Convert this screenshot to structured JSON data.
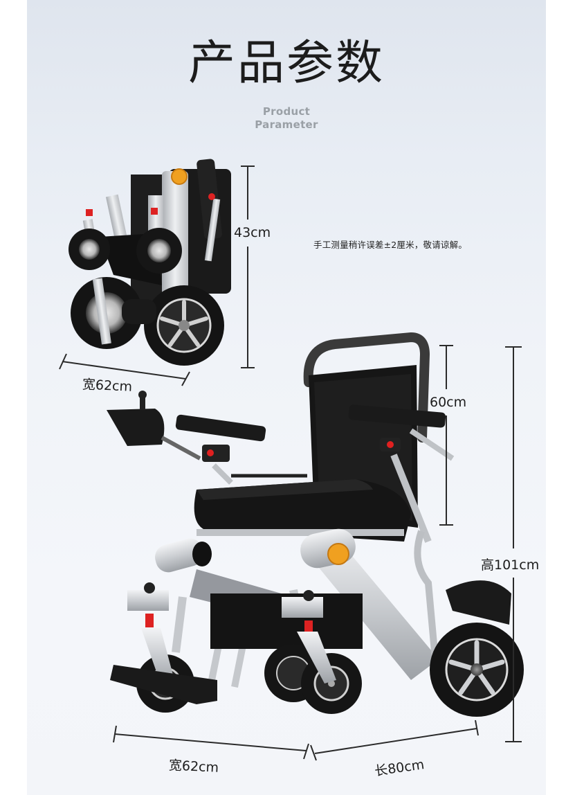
{
  "page": {
    "title": "产品参数",
    "subtitle_line1": "Product",
    "subtitle_line2": "Parameter",
    "note": "手工测量稍许误差±2厘米，敬请谅解。"
  },
  "folded_chair": {
    "height_label": "43cm",
    "width_label": "宽62cm"
  },
  "unfolded_chair": {
    "backrest_height_label": "60cm",
    "total_height_label": "高101cm",
    "width_label": "宽62cm",
    "length_label": "长80cm"
  },
  "colors": {
    "background_top": "#dfe5ee",
    "background_bottom": "#f3f5f9",
    "text": "#1c1c1c",
    "subtitle": "#9aa0a6",
    "reflector": "#f0a020",
    "frame": "#c8cbcf",
    "upholstery": "#151515"
  }
}
